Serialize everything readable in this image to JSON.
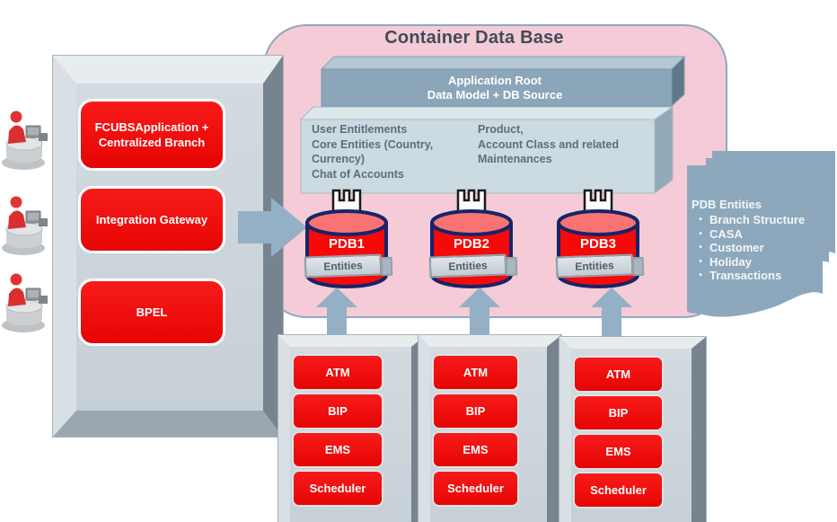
{
  "diagram": {
    "title": "Container Data Base",
    "left_stack": {
      "items": [
        {
          "label": "FCUBSApplication + Centralized Branch"
        },
        {
          "label": "Integration Gateway"
        },
        {
          "label": "BPEL"
        }
      ]
    },
    "app_root": {
      "line1": "Application Root",
      "line2": "Data Model + DB Source"
    },
    "root_entities": {
      "col1": "User Entitlements\nCore Entities (Country,\nCurrency)\nChat of Accounts",
      "col2": "Product,\nAccount Class and related\nMaintenances"
    },
    "pdbs": [
      {
        "name": "PDB1",
        "band": "Entities"
      },
      {
        "name": "PDB2",
        "band": "Entities"
      },
      {
        "name": "PDB3",
        "band": "Entities"
      }
    ],
    "note": {
      "title": "PDB Entities",
      "items": [
        "Branch Structure",
        "CASA",
        "Customer",
        "Holiday",
        "Transactions"
      ]
    },
    "service_stacks": [
      {
        "items": [
          {
            "label": "ATM"
          },
          {
            "label": "BIP"
          },
          {
            "label": "EMS"
          },
          {
            "label": "Scheduler"
          }
        ]
      },
      {
        "items": [
          {
            "label": "ATM"
          },
          {
            "label": "BIP"
          },
          {
            "label": "EMS"
          },
          {
            "label": "Scheduler"
          }
        ]
      },
      {
        "items": [
          {
            "label": "ATM"
          },
          {
            "label": "BIP"
          },
          {
            "label": "EMS"
          },
          {
            "label": "Scheduler"
          }
        ]
      }
    ],
    "colors": {
      "node_red": "#ee0b0b",
      "container_pink": "#f4cbd6",
      "steel_blue": "#94b0c6",
      "cylinder_outline_navy": "#16246b",
      "note_fill": "#8da8bc"
    }
  }
}
